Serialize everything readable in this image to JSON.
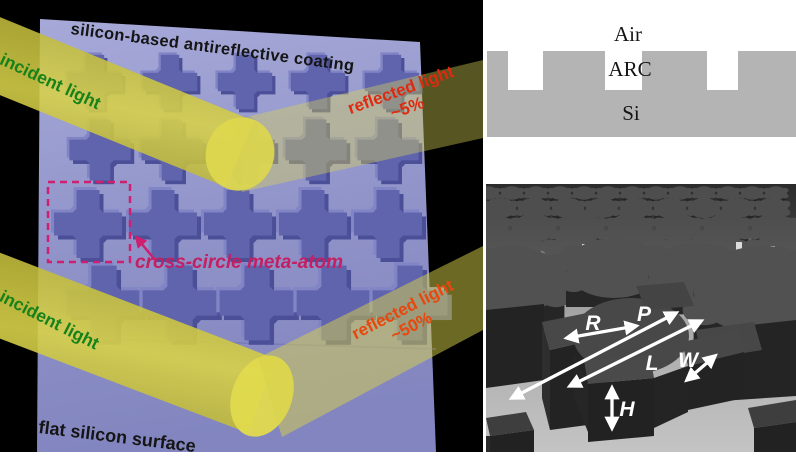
{
  "left_panel": {
    "coating_label": "silicon-based antireflective coating",
    "top_beam": {
      "incident": "incident light",
      "reflected": "reflected light",
      "reflected_pct": "~5%"
    },
    "bottom_beam": {
      "incident": "incident light",
      "reflected": "reflected light",
      "reflected_pct": "~50%"
    },
    "meta_atom_label": "cross-circle meta-atom",
    "flat_surface_label": "flat silicon surface"
  },
  "cross_section": {
    "air_label": "Air",
    "arc_label": "ARC",
    "si_label": "Si"
  },
  "meta_atom_3d": {
    "labels": {
      "radius": "R",
      "period": "P",
      "length": "L",
      "width": "W",
      "height": "H"
    }
  },
  "colors": {
    "incident_text": "#17811a",
    "reflected_text_top": "#de2a10",
    "reflected_text_bottom": "#e8470e",
    "meta_atom_text": "#c41f63",
    "coating_text": "#151515",
    "beam_yellow": "#cdc743",
    "plane_purple": "#9093c8",
    "structure_gray": "#b4b4b4",
    "arrow_white": "#ffffff"
  }
}
